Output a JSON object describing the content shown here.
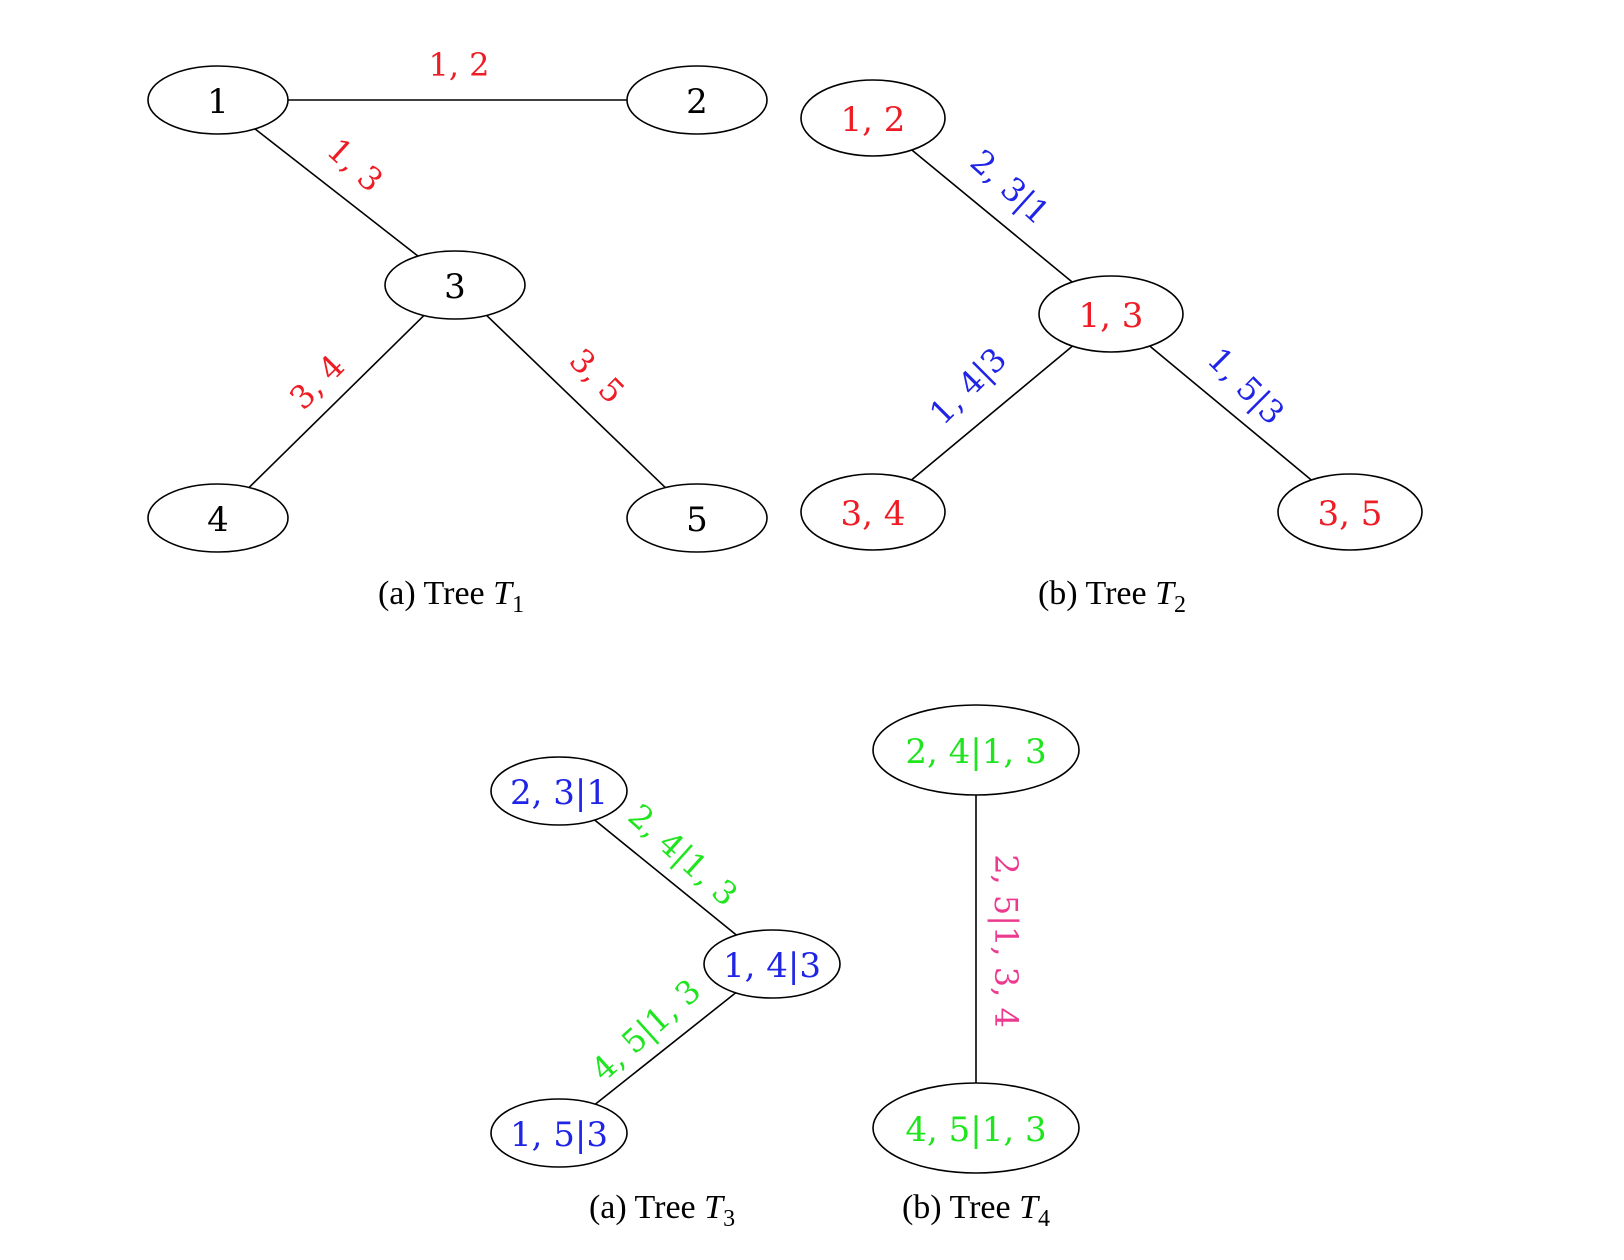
{
  "colors": {
    "black": "#000000",
    "red": "#ee1c24",
    "blue": "#1f24e6",
    "green": "#1ee51e",
    "pink": "#ec3a8e"
  },
  "trees": [
    {
      "id": "t1",
      "caption_prefix": "(a) Tree ",
      "caption_var": "T",
      "caption_sub": "1",
      "nodes": [
        {
          "id": "n1",
          "label": "1",
          "color": "black"
        },
        {
          "id": "n2",
          "label": "2",
          "color": "black"
        },
        {
          "id": "n3",
          "label": "3",
          "color": "black"
        },
        {
          "id": "n4",
          "label": "4",
          "color": "black"
        },
        {
          "id": "n5",
          "label": "5",
          "color": "black"
        }
      ],
      "edges": [
        {
          "from": "n1",
          "to": "n2",
          "label": "1, 2",
          "color": "red"
        },
        {
          "from": "n1",
          "to": "n3",
          "label": "1, 3",
          "color": "red"
        },
        {
          "from": "n3",
          "to": "n4",
          "label": "3, 4",
          "color": "red"
        },
        {
          "from": "n3",
          "to": "n5",
          "label": "3, 5",
          "color": "red"
        }
      ]
    },
    {
      "id": "t2",
      "caption_prefix": "(b) Tree ",
      "caption_var": "T",
      "caption_sub": "2",
      "nodes": [
        {
          "id": "n12",
          "label": "1, 2",
          "color": "red"
        },
        {
          "id": "n13",
          "label": "1, 3",
          "color": "red"
        },
        {
          "id": "n34",
          "label": "3, 4",
          "color": "red"
        },
        {
          "id": "n35",
          "label": "3, 5",
          "color": "red"
        }
      ],
      "edges": [
        {
          "from": "n12",
          "to": "n13",
          "label": "2, 3|1",
          "color": "blue"
        },
        {
          "from": "n13",
          "to": "n34",
          "label": "1, 4|3",
          "color": "blue"
        },
        {
          "from": "n13",
          "to": "n35",
          "label": "1, 5|3",
          "color": "blue"
        }
      ]
    },
    {
      "id": "t3",
      "caption_prefix": "(a) Tree ",
      "caption_var": "T",
      "caption_sub": "3",
      "nodes": [
        {
          "id": "m231",
          "label": "2, 3|1",
          "color": "blue"
        },
        {
          "id": "m143",
          "label": "1, 4|3",
          "color": "blue"
        },
        {
          "id": "m153",
          "label": "1, 5|3",
          "color": "blue"
        }
      ],
      "edges": [
        {
          "from": "m231",
          "to": "m143",
          "label": "2, 4|1, 3",
          "color": "green"
        },
        {
          "from": "m143",
          "to": "m153",
          "label": "4, 5|1, 3",
          "color": "green"
        }
      ]
    },
    {
      "id": "t4",
      "caption_prefix": "(b) Tree ",
      "caption_var": "T",
      "caption_sub": "4",
      "nodes": [
        {
          "id": "k2413",
          "label": "2, 4|1, 3",
          "color": "green"
        },
        {
          "id": "k4513",
          "label": "4, 5|1, 3",
          "color": "green"
        }
      ],
      "edges": [
        {
          "from": "k2413",
          "to": "k4513",
          "label": "2, 5|1, 3, 4",
          "color": "pink"
        }
      ]
    }
  ]
}
